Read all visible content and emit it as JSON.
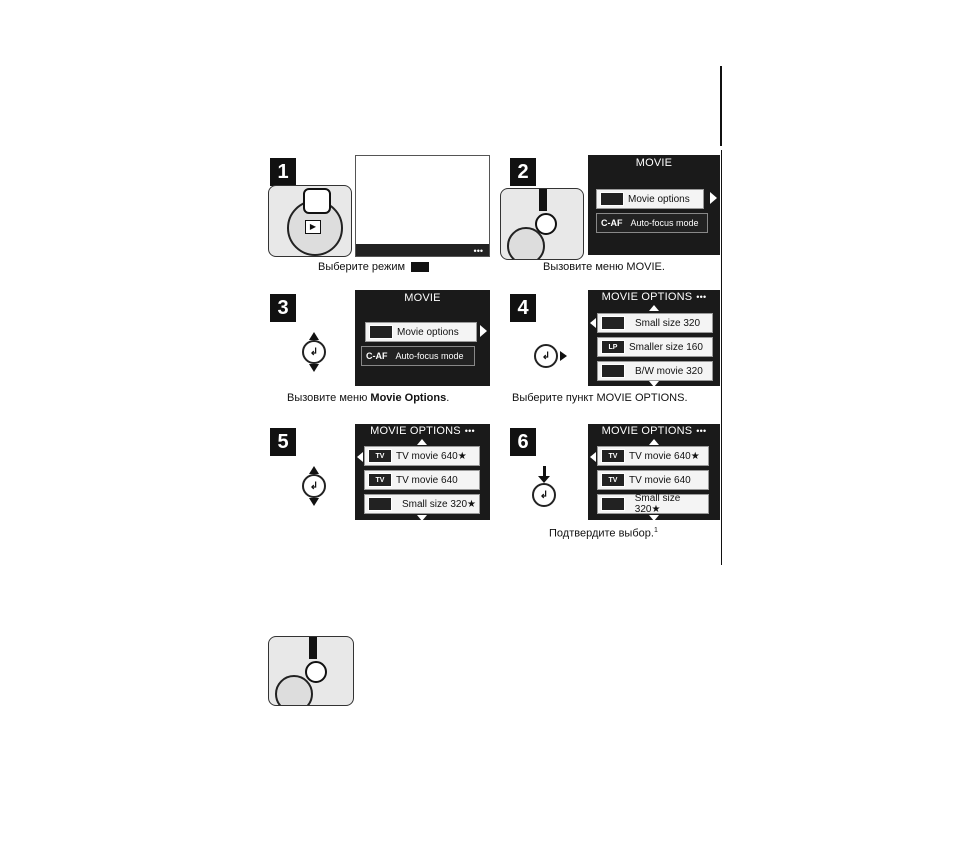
{
  "steps": [
    {
      "num": "1",
      "caption": "Выберите режим"
    },
    {
      "num": "2",
      "caption": "Вызовите меню MOVIE.",
      "screen_title": "MOVIE",
      "items": [
        {
          "icon": "movie",
          "label": "Movie options"
        },
        {
          "tag": "C-AF",
          "label": "Auto-focus mode"
        }
      ]
    },
    {
      "num": "3",
      "caption_prefix": "Вызовите меню ",
      "caption_bold": "Movie Options",
      "caption_suffix": ".",
      "screen_title": "MOVIE",
      "items": [
        {
          "icon": "movie",
          "label": "Movie options"
        },
        {
          "tag": "C-AF",
          "label": "Auto-focus mode"
        }
      ]
    },
    {
      "num": "4",
      "caption": "Выберите пункт MOVIE OPTIONS.",
      "screen_title": "MOVIE OPTIONS",
      "items": [
        {
          "label": "Small size  320"
        },
        {
          "badge": "LP",
          "label": "Smaller size  160"
        },
        {
          "label": "B/W movie 320"
        }
      ]
    },
    {
      "num": "5",
      "screen_title": "MOVIE OPTIONS",
      "items": [
        {
          "badge": "TV",
          "label": "TV movie  640★"
        },
        {
          "badge": "TV",
          "label": "TV movie  640"
        },
        {
          "label": "Small  size 320★"
        }
      ]
    },
    {
      "num": "6",
      "caption": "Подтвердите выбор.",
      "caption_sup": "1",
      "screen_title": "MOVIE OPTIONS",
      "items": [
        {
          "badge": "TV",
          "label": "TV movie  640★"
        },
        {
          "badge": "TV",
          "label": "TV movie  640"
        },
        {
          "label": "Small  size 320★"
        }
      ]
    }
  ],
  "dots": "•••",
  "star": "★",
  "icons": [
    "movie-icon",
    "shutter-button-icon",
    "dial-icon",
    "arrow-icon",
    "ok-button-icon"
  ]
}
